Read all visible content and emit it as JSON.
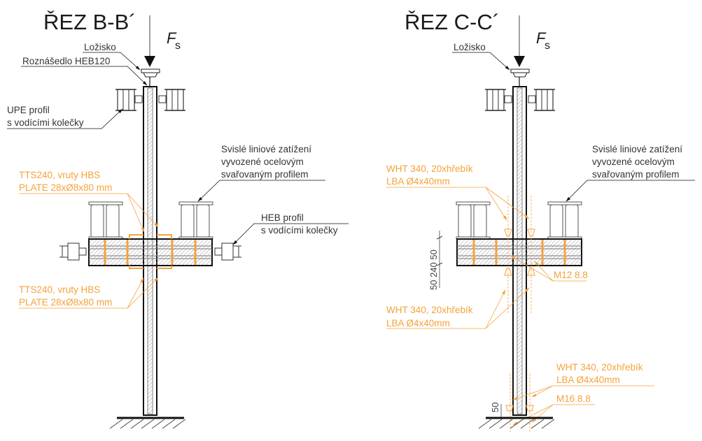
{
  "sections": [
    {
      "id": "B",
      "title": "ŘEZ B-B´",
      "force_label": "F",
      "force_subscript": "s",
      "labels": {
        "bearing": "Ložisko",
        "spreader": "Roznášedlo HEB120",
        "upe_line1": "UPE profil",
        "upe_line2": "s vodícími kolečky",
        "load_line1": "Svislé liniové zatížení",
        "load_line2": "vyvozené ocelovým",
        "load_line3": "svařovaným profilem",
        "heb_line1": "HEB profil",
        "heb_line2": "s vodícími kolečky",
        "top_conn_line1": "TTS240, vruty HBS",
        "top_conn_line2": "PLATE 28xØ8x80 mm",
        "bot_conn_line1": "TTS240, vruty HBS",
        "bot_conn_line2": "PLATE 28xØ8x80 mm"
      }
    },
    {
      "id": "C",
      "title": "ŘEZ C-C´",
      "force_label": "F",
      "force_subscript": "s",
      "labels": {
        "bearing": "Ložisko",
        "load_line1": "Svislé liniové zatížení",
        "load_line2": "vyvozené ocelovým",
        "load_line3": "svařovaným profilem",
        "top_conn_line1": "WHT 340, 20xhřebík",
        "top_conn_line2": "LBA Ø4x40mm",
        "mid_bolt": "M12 8.8",
        "bot_conn_line1": "WHT 340, 20xhřebík",
        "bot_conn_line2": "LBA Ø4x40mm",
        "base_conn_line1": "WHT 340, 20xhřebík",
        "base_conn_line2": "LBA Ø4x40mm",
        "base_bolt": "M16 8.8",
        "dim_beam": "50  240  50",
        "dim_base": "50"
      }
    }
  ],
  "colors": {
    "line": "#111111",
    "annotation": "#f5a23a",
    "hatch": "#9a9a9a"
  }
}
